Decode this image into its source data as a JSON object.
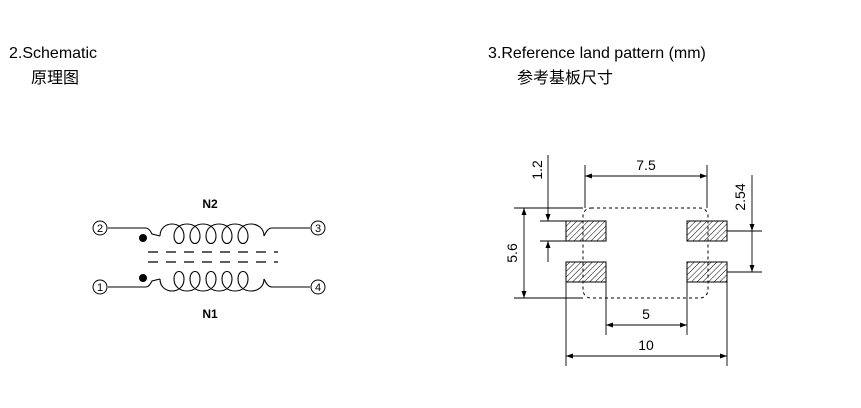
{
  "schematic": {
    "title": "2.Schematic",
    "subtitle": "原理图",
    "coil_top": "N2",
    "coil_bottom": "N1",
    "pins": {
      "p1": "1",
      "p2": "2",
      "p3": "3",
      "p4": "4"
    }
  },
  "land_pattern": {
    "title": "3.Reference land pattern (mm)",
    "subtitle": "参考基板尺寸",
    "dims": {
      "width_top": "7.5",
      "pad_height": "1.2",
      "pitch": "2.54",
      "height": "5.6",
      "inner_gap": "5",
      "overall": "10"
    }
  }
}
